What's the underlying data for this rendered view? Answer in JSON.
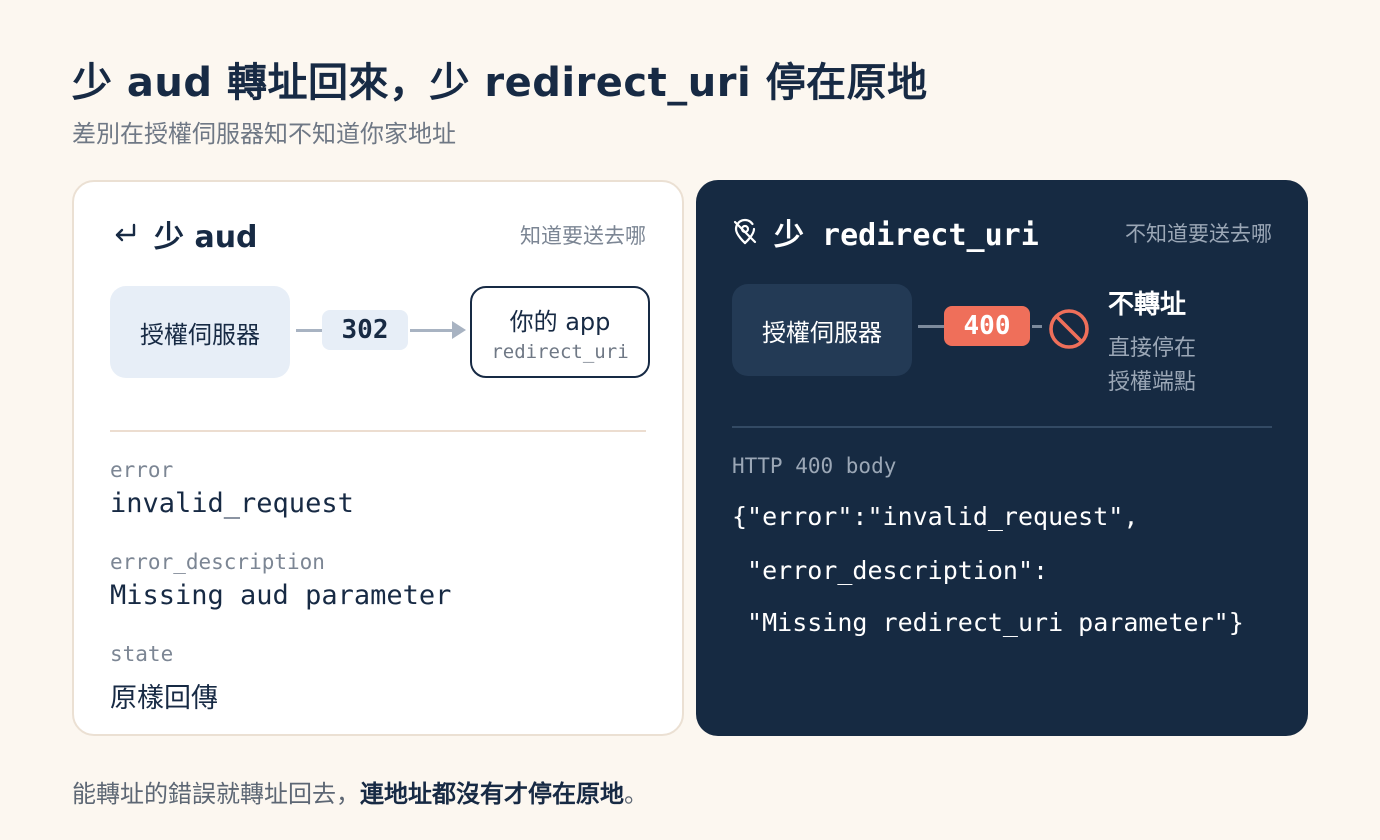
{
  "header": {
    "title": "少 aud 轉址回來，少 redirect_uri 停在原地",
    "subtitle": "差別在授權伺服器知不知道你家地址"
  },
  "left_card": {
    "icon": "return-arrow-icon",
    "title": "少 aud",
    "hint": "知道要送去哪",
    "server_label": "授權伺服器",
    "status_code": "302",
    "dest_title": "你的 app",
    "dest_sub": "redirect_uri",
    "fields": [
      {
        "key": "error",
        "value": "invalid_request"
      },
      {
        "key": "error_description",
        "value": "Missing aud parameter"
      },
      {
        "key": "state",
        "value": "原樣回傳"
      }
    ]
  },
  "right_card": {
    "icon": "location-off-icon",
    "title": "少 redirect_uri",
    "hint": "不知道要送去哪",
    "server_label": "授權伺服器",
    "status_code": "400",
    "block_icon": "ban-icon",
    "no_redirect_title": "不轉址",
    "no_redirect_sub1": "直接停在",
    "no_redirect_sub2": "授權端點",
    "body_label": "HTTP 400 body",
    "code_lines": [
      "{\"error\":\"invalid_request\",",
      " \"error_description\":",
      " \"Missing redirect_uri parameter\"}"
    ]
  },
  "footer": {
    "normal": "能轉址的錯誤就轉址回去，",
    "bold": "連地址都沒有才停在原地",
    "end": "。"
  },
  "colors": {
    "background": "#fcf7f0",
    "navy": "#162a42",
    "accent_red": "#ef6f5a"
  }
}
